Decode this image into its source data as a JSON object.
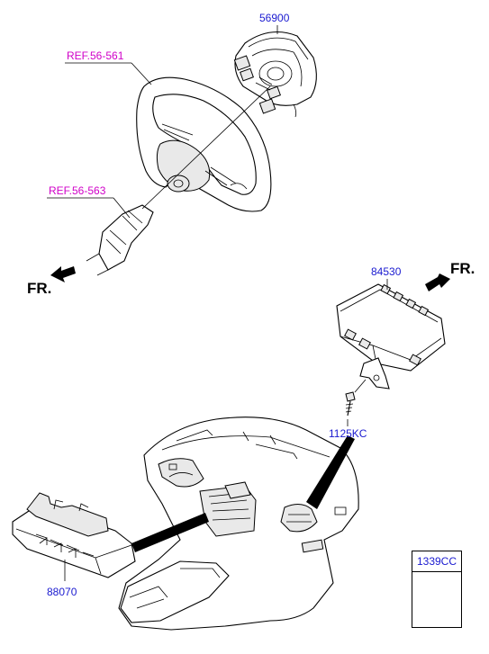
{
  "parts": {
    "airbag_driver": "56900",
    "airbag_passenger": "84530",
    "bolt": "1125KC",
    "control_module": "88070",
    "nut": "1339CC"
  },
  "references": {
    "steering_wheel": "REF.56-561",
    "steering_column": "REF.56-563"
  },
  "direction": {
    "left": "FR.",
    "right": "FR."
  },
  "colors": {
    "part_number": "#1a1ad0",
    "reference": "#d000c8"
  }
}
